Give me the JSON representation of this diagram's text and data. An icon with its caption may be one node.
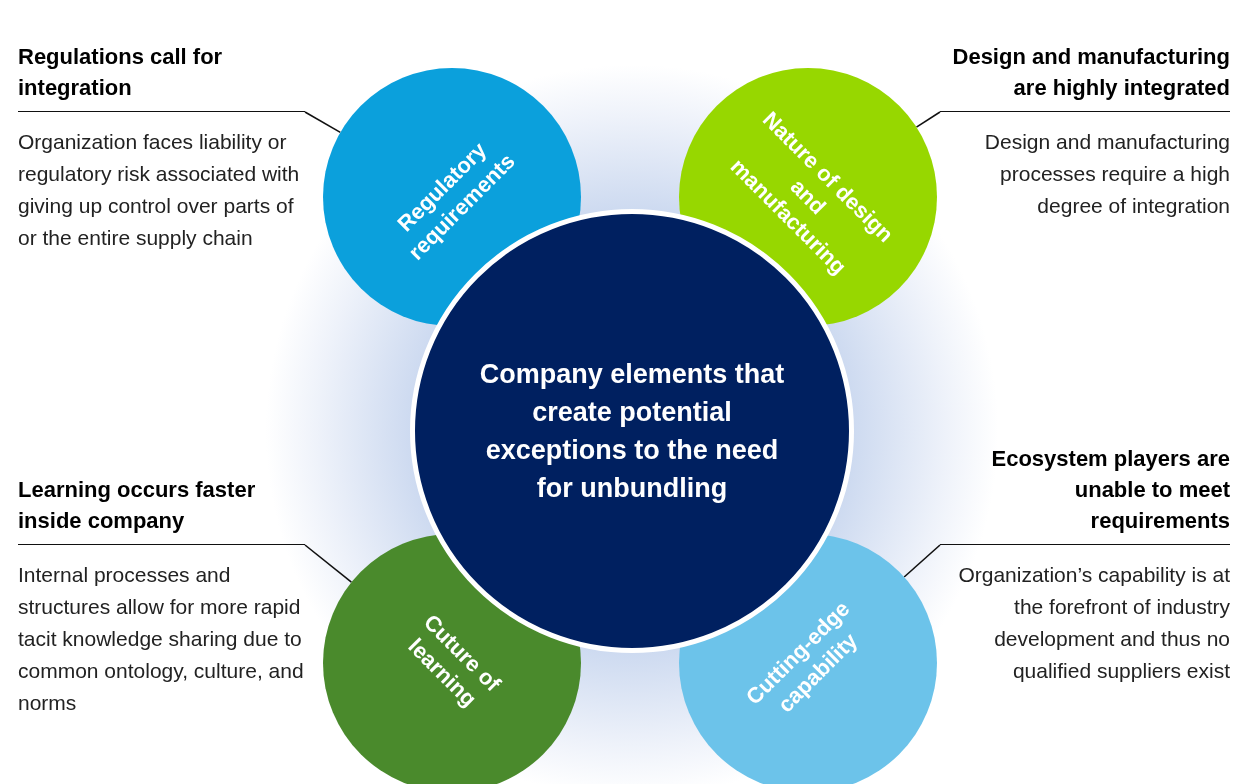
{
  "diagram": {
    "nodes": [
      {
        "text": [
          "Company elements that create potential exceptions to the need for unbundling"
        ]
      },
      {
        "text": [
          "Regulatory requirements"
        ]
      },
      {
        "text": [
          "Nature of design and manufacturing"
        ]
      },
      {
        "text": [
          "Cuture of learning"
        ]
      },
      {
        "text": [
          "Cutting-edge capability"
        ]
      },
      {
        "text": [
          "Regulations call for integration",
          "Organization faces liability or regulatory risk associated with giving up control over parts of or the entire supply chain"
        ]
      },
      {
        "text": [
          "Design and manufacturing are highly integrated",
          "Design and manufacturing processes require a high degree of integration"
        ]
      },
      {
        "text": [
          "Learning occurs faster inside company",
          "Internal processes and structures allow for more rapid tacit knowledge sharing due to common ontology, culture, and norms"
        ]
      },
      {
        "text": [
          "Ecosystem players are unable to meet requirements",
          "Organization’s capability is at the forefront of industry development and thus no qualified suppliers exist"
        ]
      }
    ],
    "edges": [
      {
        "from": 5,
        "to": 1,
        "arrow": "none"
      },
      {
        "from": 6,
        "to": 2,
        "arrow": "none"
      },
      {
        "from": 7,
        "to": 3,
        "arrow": "none"
      },
      {
        "from": 8,
        "to": 4,
        "arrow": "none"
      }
    ]
  }
}
